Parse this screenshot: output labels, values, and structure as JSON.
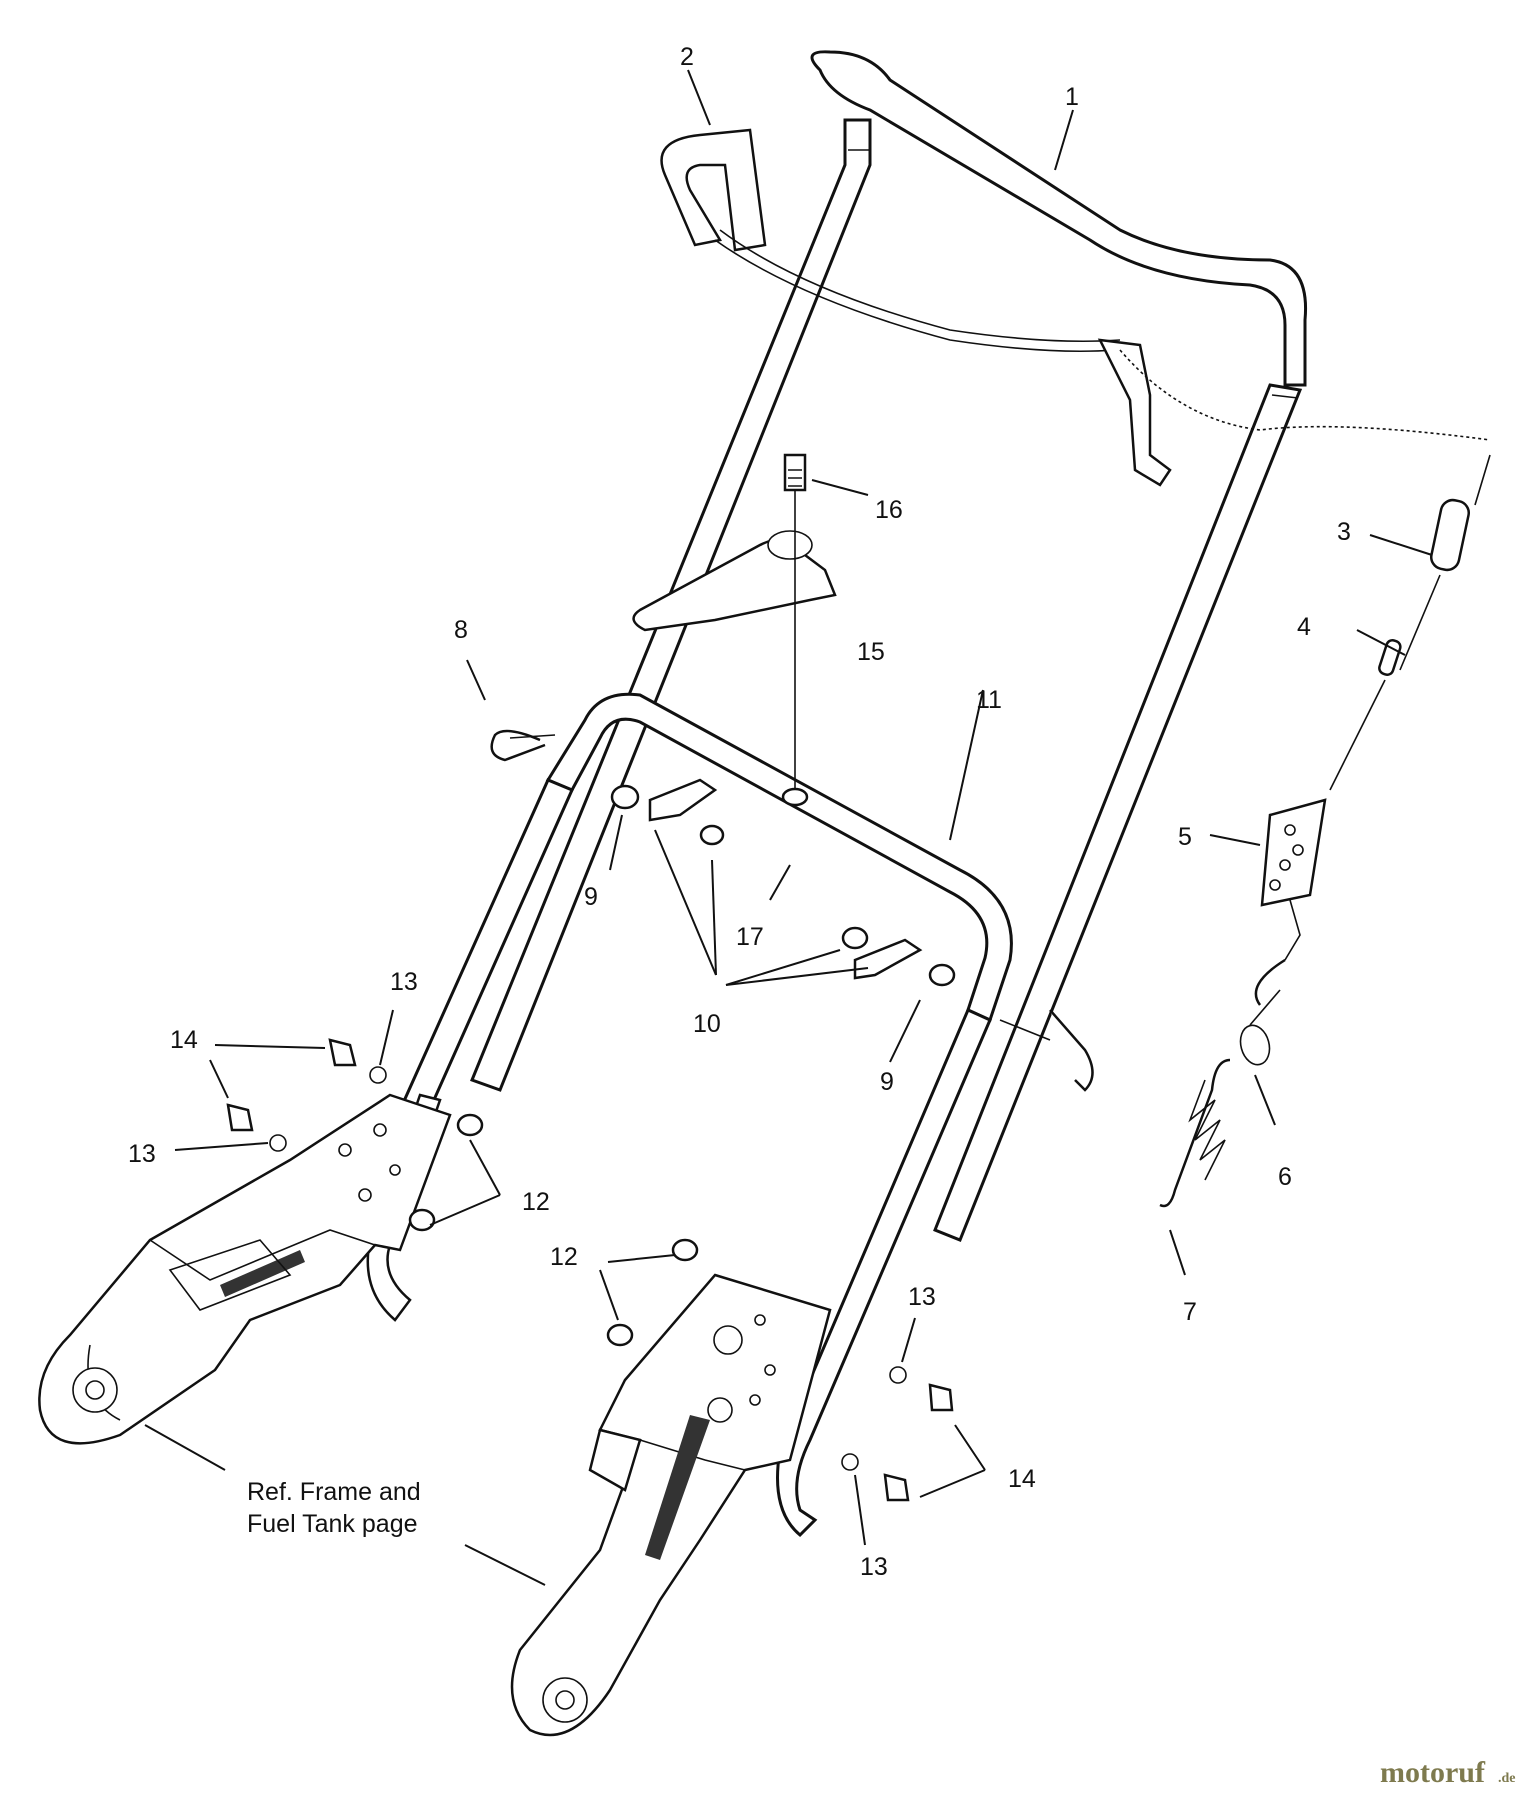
{
  "callouts": {
    "c1": "1",
    "c2": "2",
    "c3": "3",
    "c4": "4",
    "c5": "5",
    "c6": "6",
    "c7": "7",
    "c8": "8",
    "c9a": "9",
    "c9b": "9",
    "c10": "10",
    "c11": "11",
    "c12a": "12",
    "c12b": "12",
    "c13a": "13",
    "c13b": "13",
    "c13c": "13",
    "c13d": "13",
    "c14a": "14",
    "c14b": "14",
    "c15": "15",
    "c16": "16",
    "c17": "17"
  },
  "reference": {
    "line1": "Ref. Frame and",
    "line2": "Fuel Tank page"
  },
  "watermark": {
    "main": "motoruf",
    "suffix": ".de"
  }
}
